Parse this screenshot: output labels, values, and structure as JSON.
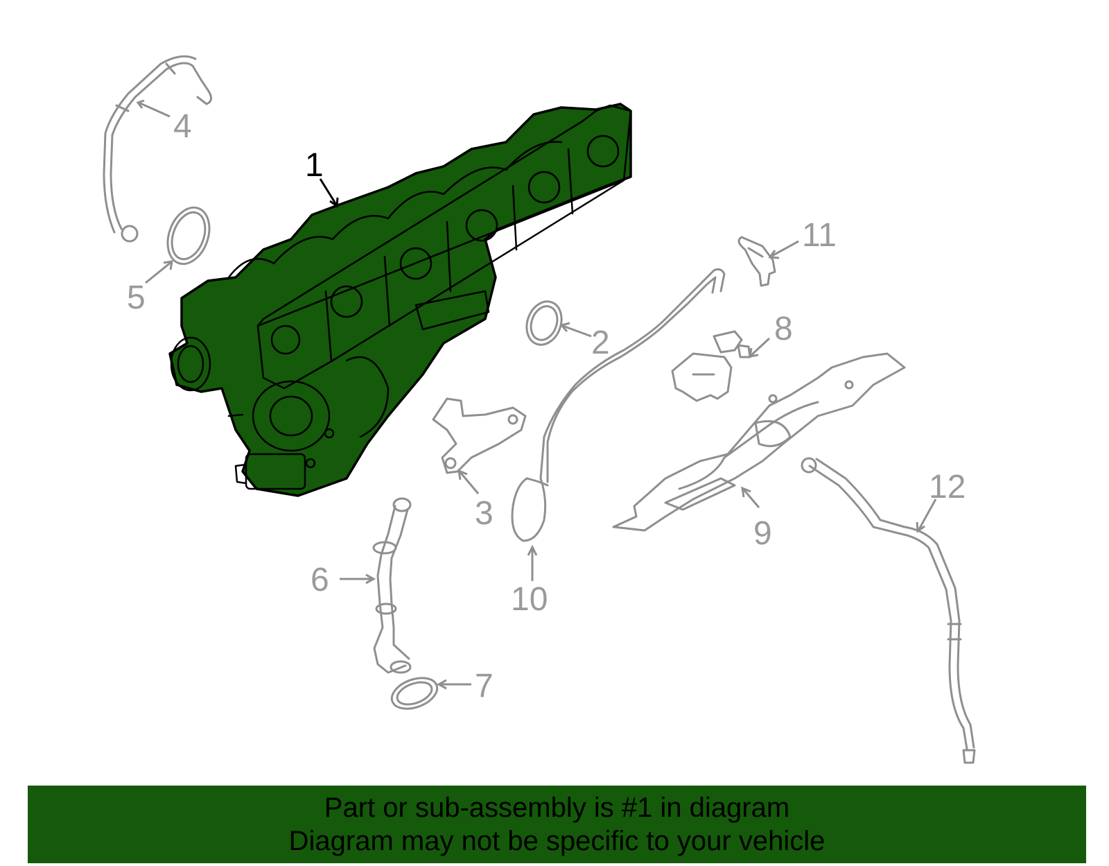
{
  "diagram": {
    "callouts": {
      "c1": "1",
      "c2": "2",
      "c3": "3",
      "c4": "4",
      "c5": "5",
      "c6": "6",
      "c7": "7",
      "c8": "8",
      "c9": "9",
      "c10": "10",
      "c11": "11",
      "c12": "12"
    },
    "highlighted_part": "1",
    "colors": {
      "highlight": "#145a0a",
      "inactive_part": "#8f8f8f",
      "active_text": "#000000"
    }
  },
  "banner": {
    "line1": "Part or sub-assembly is #1 in diagram",
    "line2": "Diagram may not be specific to your vehicle"
  }
}
